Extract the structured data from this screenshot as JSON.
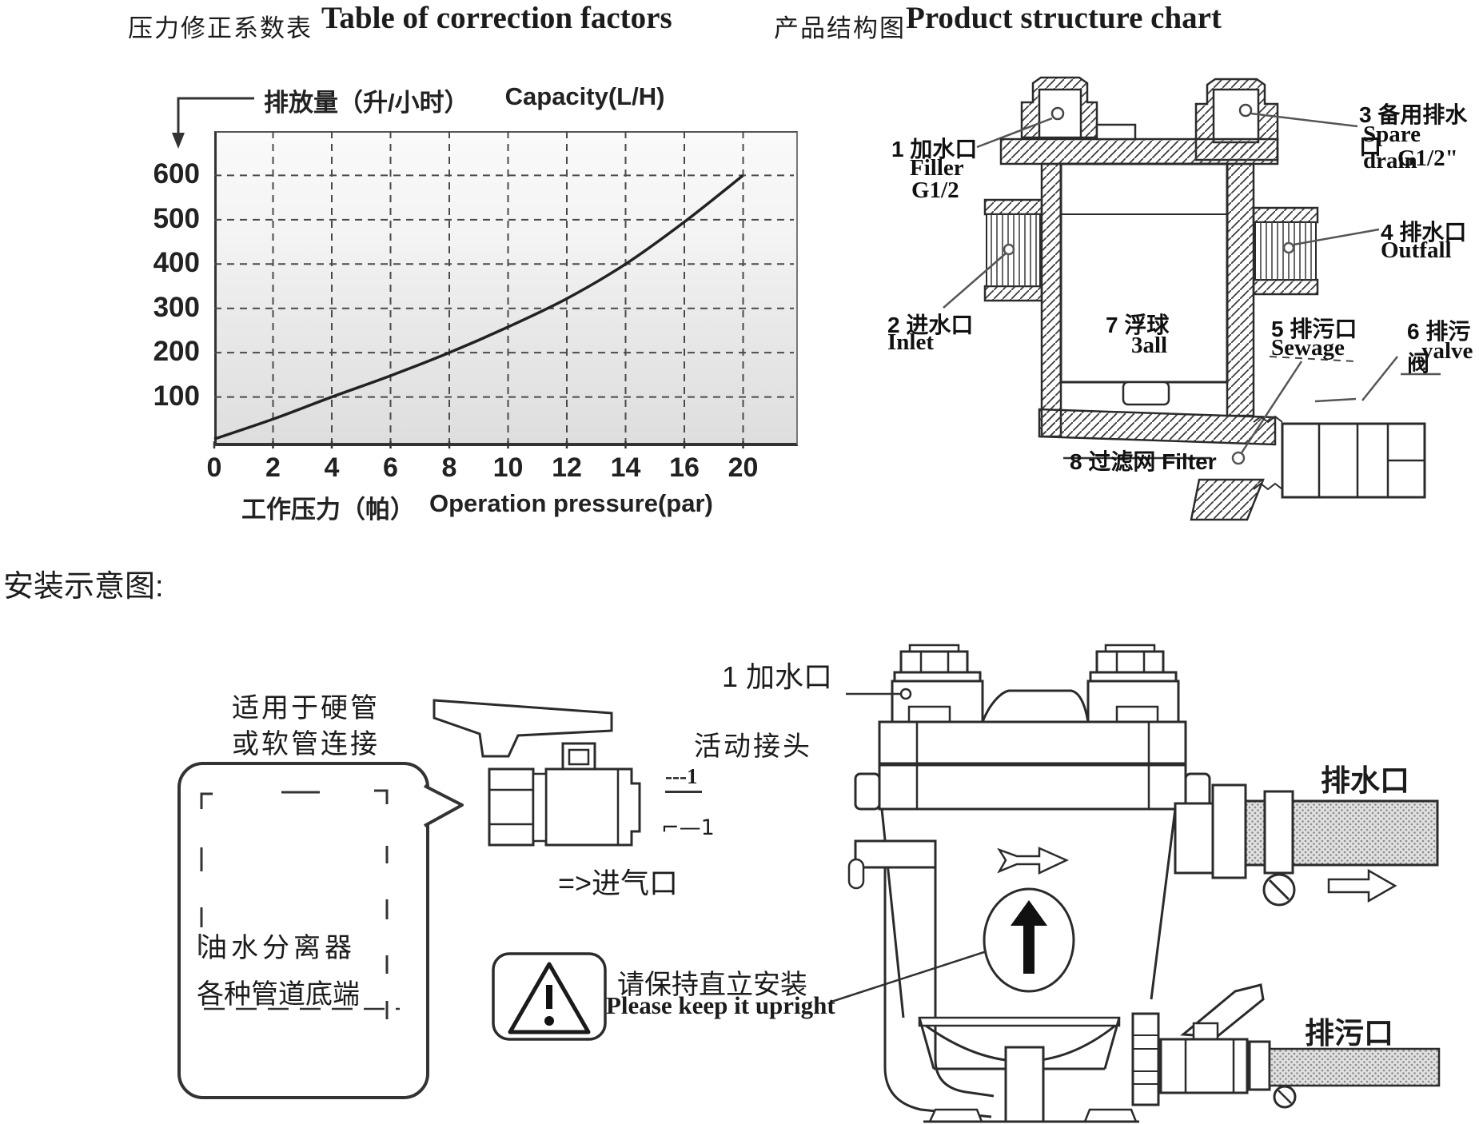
{
  "chart_data": {
    "type": "line",
    "title_zh": "压力修正系数表",
    "title_en": "Table of correction factors",
    "y_axis_label_zh": "排放量（升/小时）",
    "y_axis_label_en": "Capacity(L/H)",
    "x_axis_label_zh": "工作压力（帕）",
    "x_axis_label_en": "Operation pressure(par)",
    "x_tick_labels": [
      "0",
      "2",
      "4",
      "6",
      "8",
      "10",
      "12",
      "14",
      "16",
      "20"
    ],
    "y_tick_labels": [
      "100",
      "200",
      "300",
      "400",
      "500",
      "600"
    ],
    "x_values": [
      0,
      2,
      4,
      6,
      8,
      10,
      12,
      14,
      16,
      20
    ],
    "values": [
      5,
      50,
      100,
      148,
      200,
      258,
      322,
      400,
      495,
      600
    ],
    "ylim": [
      0,
      700
    ],
    "grid": "dashed",
    "legend": false
  },
  "structure_chart": {
    "title_zh": "产品结构图",
    "title_en": "Product structure chart",
    "filler_zh": "1 加水口",
    "filler_en": "Filler",
    "filler_size": "G1/2",
    "inlet_zh": "2 进水口",
    "inlet_en": "Inlet",
    "spare_zh": "3 备用排水口",
    "spare_en": "Spare drain",
    "spare_size": "G1/2\"",
    "outfall_zh": "4 排水口",
    "outfall_en": "Outfall",
    "sewage_zh": "5 排污口",
    "sewage_en": "Sewage",
    "drain_valve_zh": "6 排污阀",
    "drain_valve_en": "yalve",
    "float_zh": "7 浮球",
    "float_en": "3all",
    "filter": "8 过滤网 Filter"
  },
  "installation": {
    "section_title": "安装示意图:",
    "pipe_note_line1": "适用于硬管",
    "pipe_note_line2": "或软管连接",
    "separator_label": "油水分离器",
    "pipe_end_label": "各种管道底端",
    "union_label": "活动接头",
    "mark_top": "---1",
    "mark_bottom": "⌐—1",
    "air_inlet": "=>进气口",
    "filler_label": "1 加水口",
    "upright_zh": "请保持直立安装",
    "upright_en": "Please keep it upright",
    "drain_outlet_label": "排水口",
    "sewage_outlet_label": "排污口"
  }
}
